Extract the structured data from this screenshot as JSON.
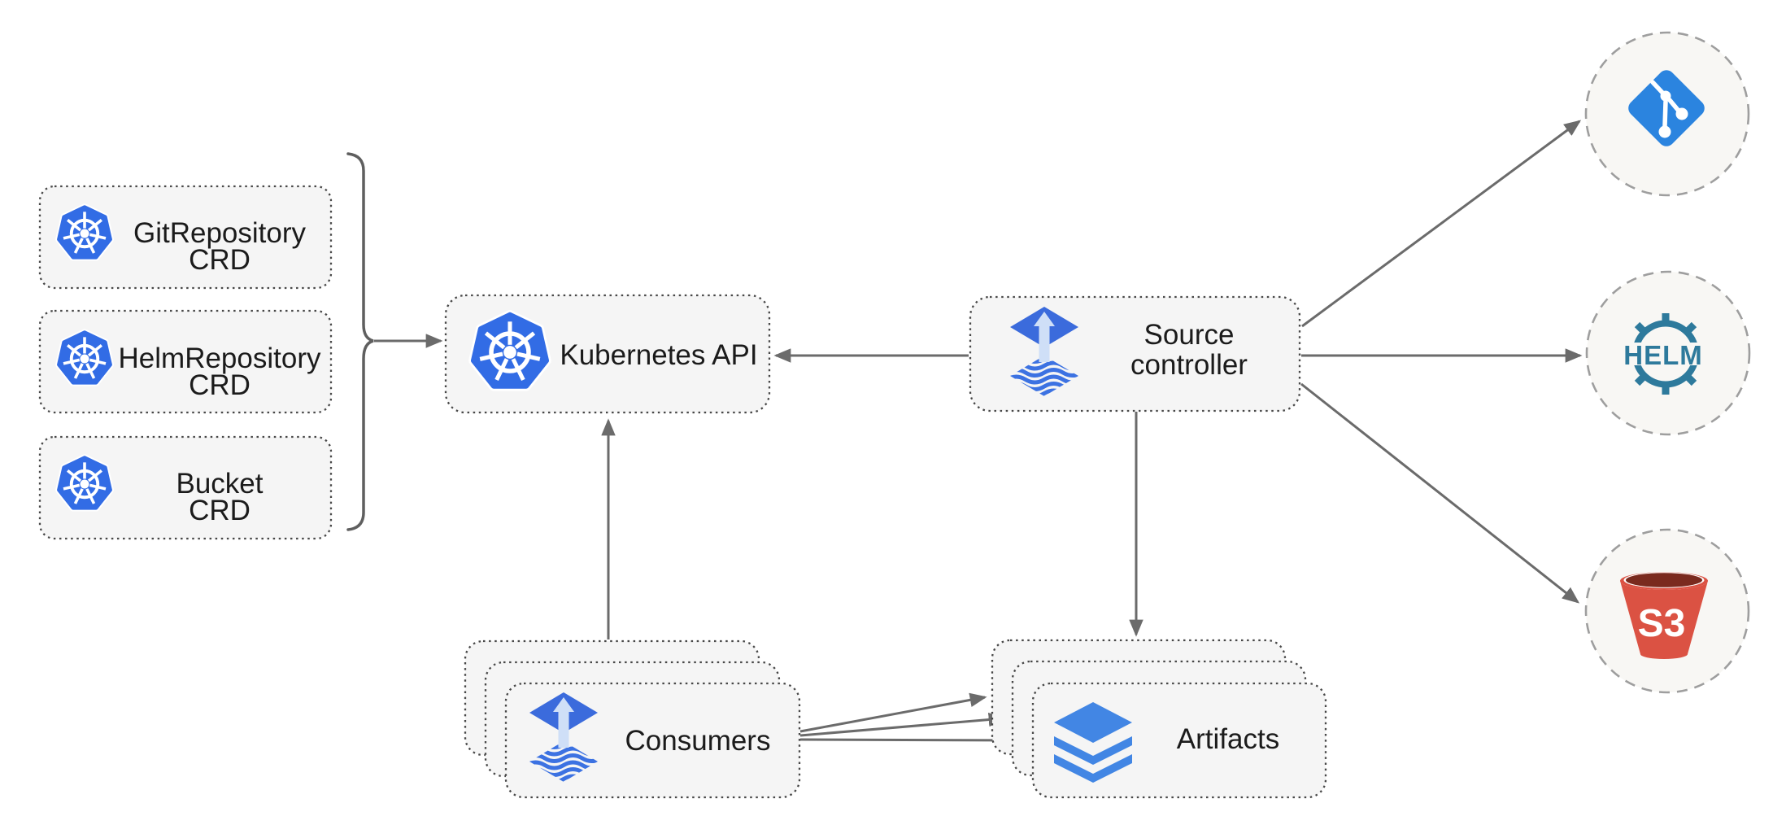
{
  "nodes": {
    "crd_boxes": [
      {
        "line1": "GitRepository",
        "line2": "CRD"
      },
      {
        "line1": "HelmRepository",
        "line2": "CRD"
      },
      {
        "line1": "Bucket",
        "line2": "CRD"
      }
    ],
    "kubernetes_api": {
      "label": "Kubernetes API"
    },
    "source_controller": {
      "line1": "Source",
      "line2": "controller"
    },
    "consumers": {
      "label": "Consumers"
    },
    "artifacts": {
      "label": "Artifacts"
    }
  },
  "external": {
    "git": {
      "icon": "git-icon"
    },
    "helm": {
      "icon": "helm-icon",
      "label": "HELM"
    },
    "s3": {
      "icon": "s3-bucket-icon",
      "label": "S3"
    }
  },
  "icons": [
    "kubernetes-icon",
    "flux-icon",
    "git-icon",
    "helm-icon",
    "s3-bucket-icon",
    "layers-icon"
  ],
  "edges": [
    {
      "from": "CRD group",
      "to": "Kubernetes API"
    },
    {
      "from": "Source controller",
      "to": "Kubernetes API"
    },
    {
      "from": "Consumers",
      "to": "Kubernetes API"
    },
    {
      "from": "Source controller",
      "to": "Git"
    },
    {
      "from": "Source controller",
      "to": "Helm"
    },
    {
      "from": "Source controller",
      "to": "S3"
    },
    {
      "from": "Source controller",
      "to": "Artifacts"
    },
    {
      "from": "Consumers",
      "to": "Artifacts"
    },
    {
      "from": "Consumers",
      "to": "Artifacts"
    },
    {
      "from": "Consumers",
      "to": "Artifacts"
    }
  ],
  "colors": {
    "kubernetes-blue": "#326CE5",
    "flux-blue": "#3B6BDC",
    "flux-stripe": "#3C72E2",
    "flux-arrow": "#CFDFF7",
    "git-blue": "#2B84DF",
    "helm-teal": "#2E7A9C",
    "s3-red": "#DB5243",
    "s3-dark": "#7A2A1E",
    "layers-blue": "#4286E4",
    "node-fill": "#F5F5F5",
    "node-border": "#474747",
    "circle-fill": "#F8F7F4",
    "circle-border": "#9E9E9E",
    "arrow": "#6B6B6B",
    "text": "#1B1B1B"
  }
}
